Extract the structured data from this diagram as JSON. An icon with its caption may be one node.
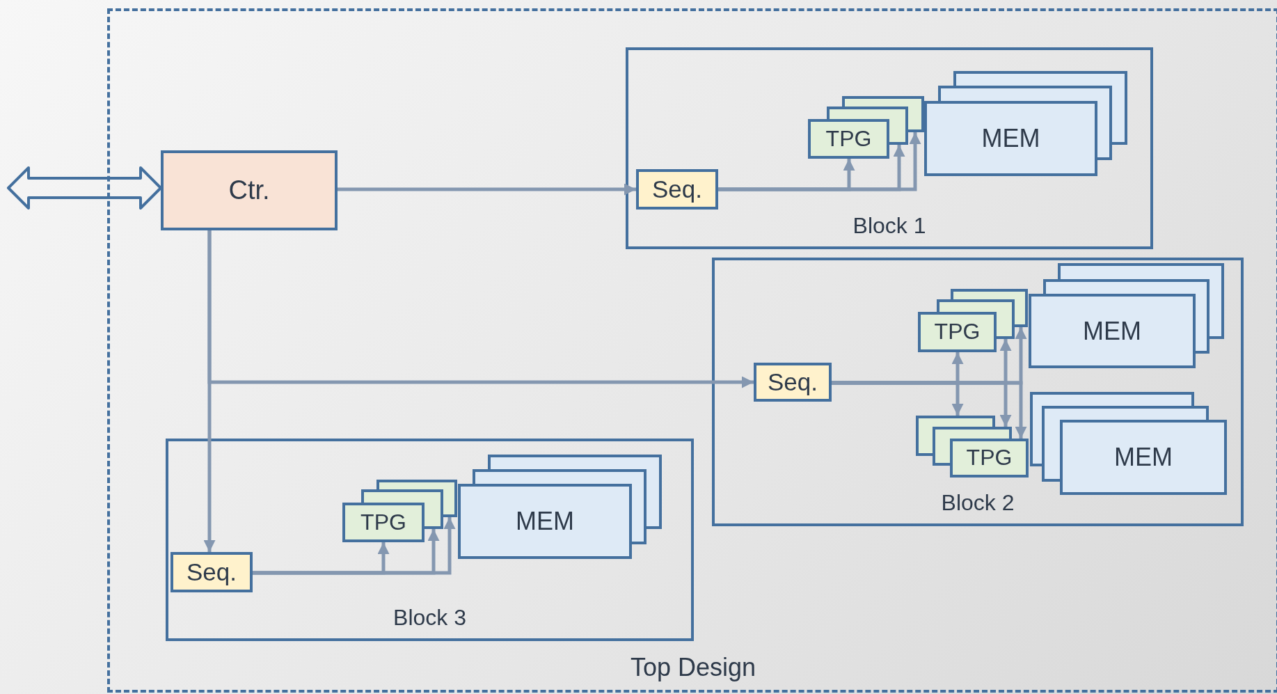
{
  "diagram": {
    "nodes": [
      {
        "text": [
          "Top Design"
        ]
      },
      {
        "text": [
          "Ctr."
        ],
        "in": 0
      },
      {
        "text": [
          "Block 1"
        ],
        "in": 0
      },
      {
        "text": [
          "Seq."
        ],
        "in": 2
      },
      {
        "text": [
          "TPG"
        ],
        "in": 2
      },
      {
        "text": [
          "MEM"
        ],
        "in": 2
      },
      {
        "text": [
          "Block 2"
        ],
        "in": 0
      },
      {
        "text": [
          "Seq."
        ],
        "in": 6
      },
      {
        "text": [
          "TPG"
        ],
        "in": 6
      },
      {
        "text": [
          "MEM"
        ],
        "in": 6
      },
      {
        "text": [
          "TPG"
        ],
        "in": 6
      },
      {
        "text": [
          "MEM"
        ],
        "in": 6
      },
      {
        "text": [
          "Block 3"
        ],
        "in": 0
      },
      {
        "text": [
          "Seq."
        ],
        "in": 12
      },
      {
        "text": [
          "TPG"
        ],
        "in": 12
      },
      {
        "text": [
          "MEM"
        ],
        "in": 12
      }
    ],
    "edges": [
      {
        "from": null,
        "to": 1,
        "arrow": "both",
        "style": "thick",
        "color": "#44709e"
      },
      {
        "from": 1,
        "to": 3,
        "arrow": "to"
      },
      {
        "from": 1,
        "to": 7,
        "arrow": "to"
      },
      {
        "from": 1,
        "to": 13,
        "arrow": "to"
      },
      {
        "from": 3,
        "to": 4,
        "arrow": "to"
      },
      {
        "from": 3,
        "to": 4,
        "arrow": "to"
      },
      {
        "from": 3,
        "to": 4,
        "arrow": "to"
      },
      {
        "from": 7,
        "to": 8,
        "arrow": "to"
      },
      {
        "from": 7,
        "to": 10,
        "arrow": "to"
      },
      {
        "from": 7,
        "to": 8,
        "arrow": "to"
      },
      {
        "from": 7,
        "to": 10,
        "arrow": "to"
      },
      {
        "from": 7,
        "to": 8,
        "arrow": "to"
      },
      {
        "from": 7,
        "to": 10,
        "arrow": "to"
      },
      {
        "from": 13,
        "to": 14,
        "arrow": "to"
      },
      {
        "from": 13,
        "to": 14,
        "arrow": "to"
      },
      {
        "from": 13,
        "to": 14,
        "arrow": "to"
      }
    ]
  }
}
